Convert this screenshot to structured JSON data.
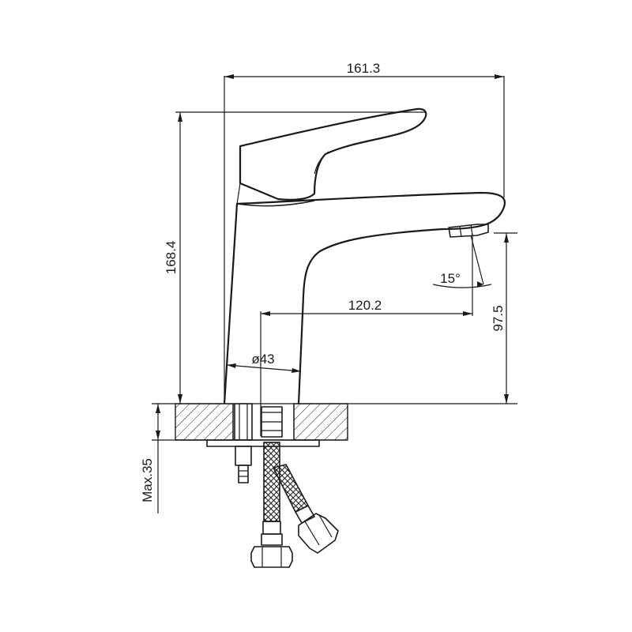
{
  "dimensions": {
    "overall_width": "161.3",
    "overall_height": "168.4",
    "spout_reach": "120.2",
    "spout_height": "97.5",
    "body_diameter": "ø43",
    "spout_angle": "15°",
    "max_thickness": "Max.35"
  }
}
